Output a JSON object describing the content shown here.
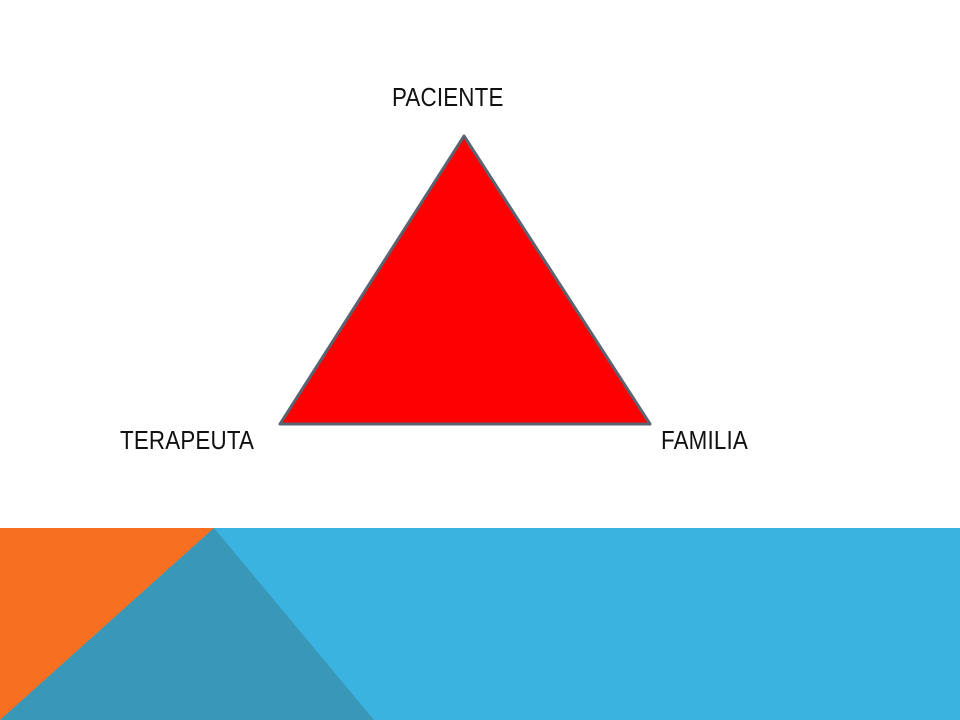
{
  "diagram": {
    "nodes": {
      "top": {
        "label": "PACIENTE"
      },
      "left": {
        "label": "TERAPEUTA"
      },
      "right": {
        "label": "FAMILIA"
      }
    },
    "triangle_fill": "#ff0000",
    "triangle_stroke": "#5a6370"
  },
  "footer": {
    "blue": "#3bb3e0",
    "orange": "#f76f20",
    "dark_blue": "#3998b8"
  }
}
